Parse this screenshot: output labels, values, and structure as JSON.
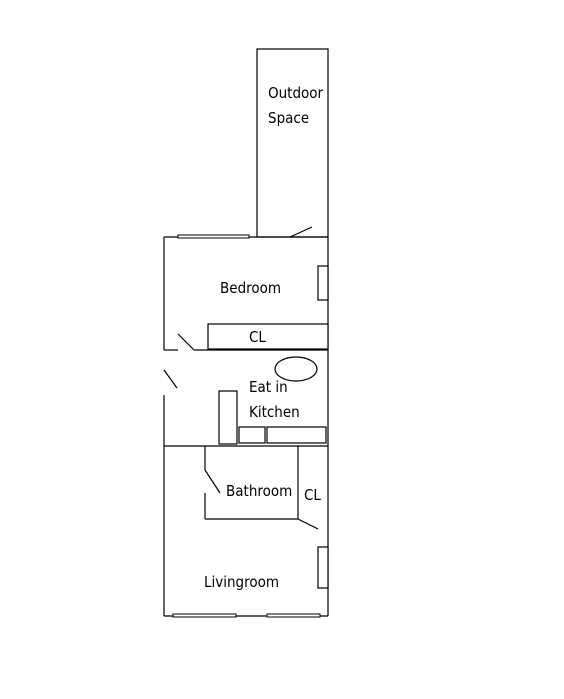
{
  "plan": {
    "rooms": {
      "outdoor_line1": "Outdoor",
      "outdoor_line2": "Space",
      "bedroom": "Bedroom",
      "closet_bedroom": "CL",
      "kitchen_line1": "Eat in",
      "kitchen_line2": "Kitchen",
      "bathroom": "Bathroom",
      "closet_bath": "CL",
      "livingroom": "Livingroom"
    }
  }
}
